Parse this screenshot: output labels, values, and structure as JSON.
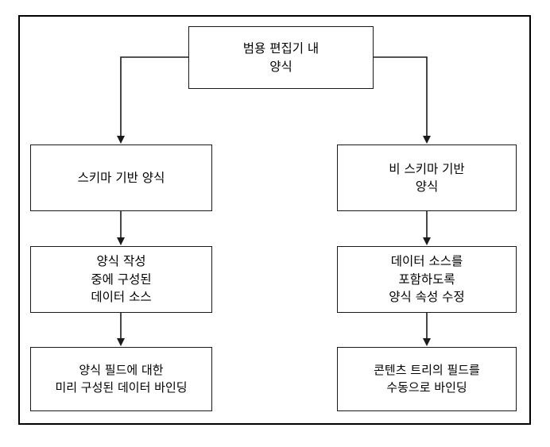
{
  "diagram": {
    "title_text": "",
    "background_color": "#ffffff",
    "border_color": "#000000",
    "line_color": "#1a1a1a",
    "nodes": {
      "root": "범용 편집기 내\n양식",
      "schema_form": "스키마 기반 양식",
      "nonschema_form": "비 스키마 기반\n양식",
      "schema_data_source": "양식 작성\n중에 구성된\n데이터 소스",
      "nonschema_properties": "데이터 소스를\n포함하도록\n양식 속성 수정",
      "schema_binding": "양식 필드에 대한\n미리 구성된 데이터 바인딩",
      "nonschema_binding": "콘텐츠 트리의 필드를\n수동으로 바인딩"
    },
    "edges": [
      {
        "name": "root-to-schema-form",
        "from": "root",
        "to": "schema_form",
        "style": "elbow-left-arrow"
      },
      {
        "name": "root-to-nonschema-form",
        "from": "root",
        "to": "nonschema_form",
        "style": "elbow-right-arrow"
      },
      {
        "name": "schema-form-to-data-source",
        "from": "schema_form",
        "to": "schema_data_source",
        "style": "straight-arrow"
      },
      {
        "name": "data-source-to-binding",
        "from": "schema_data_source",
        "to": "schema_binding",
        "style": "straight-arrow"
      },
      {
        "name": "nonschema-form-to-properties",
        "from": "nonschema_form",
        "to": "nonschema_properties",
        "style": "straight-arrow"
      },
      {
        "name": "properties-to-binding",
        "from": "nonschema_properties",
        "to": "nonschema_binding",
        "style": "straight-arrow"
      }
    ]
  }
}
